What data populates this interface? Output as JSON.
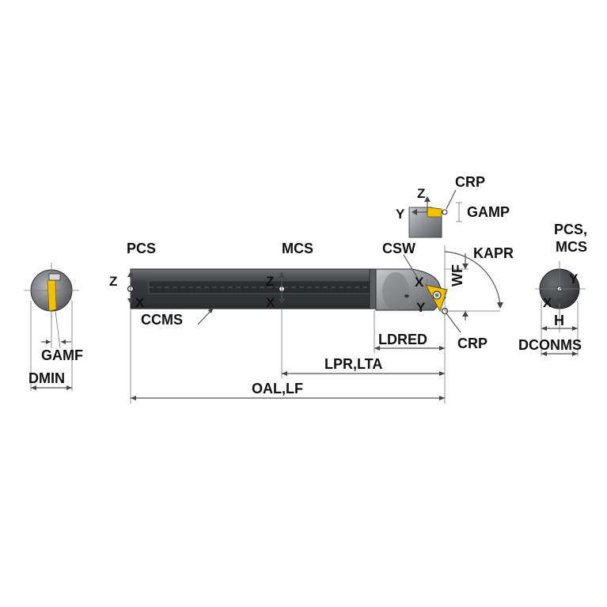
{
  "colors": {
    "shank_dark": "#3a3b3e",
    "shank_light": "#9ea0a4",
    "insert": "#f2c200",
    "dimension_line": "#555555",
    "text": "#111111"
  },
  "labels": {
    "pcs": "PCS",
    "mcs": "MCS",
    "z_left": "Z",
    "x_left": "X",
    "z_mid": "Z",
    "x_mid": "X",
    "ccms": "CCMS",
    "csw": "CSW",
    "x_head": "X",
    "y_head": "Y",
    "wf": "WF",
    "kapr": "KAPR",
    "crp_top": "CRP",
    "crp_bottom": "CRP",
    "z_top": "Z",
    "y_top": "Y",
    "gamp": "GAMP",
    "ldred": "LDRED",
    "lpr_lta": "LPR,LTA",
    "oal_lf": "OAL,LF",
    "gamf": "GAMF",
    "dmin": "DMIN",
    "pcs_mcs_line1": "PCS,",
    "pcs_mcs_line2": "MCS",
    "y_right": "Y",
    "x_right": "X",
    "h": "H",
    "dconms": "DCONMS"
  }
}
